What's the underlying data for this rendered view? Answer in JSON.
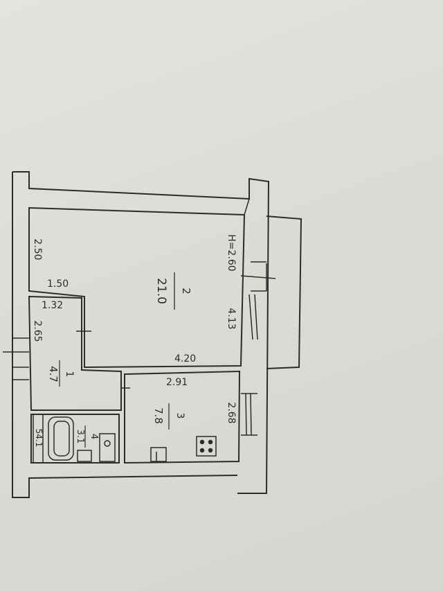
{
  "plan": {
    "living_room": {
      "number": "2",
      "area": "21.0",
      "ceiling_height": "H=2.60",
      "width_top": "4.20",
      "depth": "4.13",
      "niche_width": "1.50",
      "niche_depth": "2.50"
    },
    "hallway": {
      "number": "1",
      "area": "4.7",
      "width": "1.32",
      "length": "2.65"
    },
    "bathroom": {
      "number": "4",
      "area": "3.1",
      "label": "54.1"
    },
    "kitchen": {
      "number": "3",
      "area": "7.8",
      "width": "2.91",
      "depth": "2.68"
    }
  },
  "colors": {
    "ink": "#2b2b2b",
    "paper": "#dedcd8"
  }
}
